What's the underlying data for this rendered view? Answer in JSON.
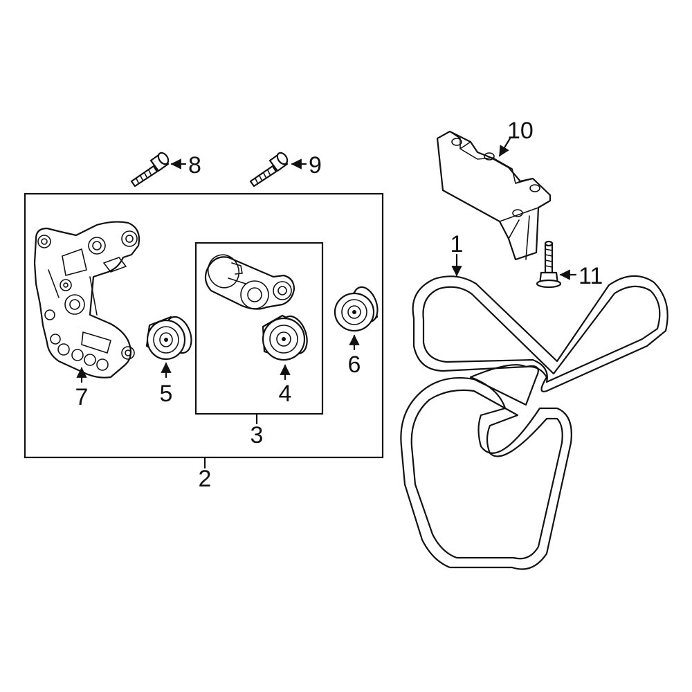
{
  "callouts": {
    "c1": "1",
    "c2": "2",
    "c3": "3",
    "c4": "4",
    "c5": "5",
    "c6": "6",
    "c7": "7",
    "c8": "8",
    "c9": "9",
    "c10": "10",
    "c11": "11"
  },
  "parts": [
    {
      "callout": "1",
      "icon": "serpentine-belt-icon"
    },
    {
      "callout": "2",
      "icon": "tensioner-assembly-box"
    },
    {
      "callout": "3",
      "icon": "tensioner-subassembly-box"
    },
    {
      "callout": "4",
      "icon": "idler-pulley-icon"
    },
    {
      "callout": "5",
      "icon": "idler-pulley-icon"
    },
    {
      "callout": "6",
      "icon": "idler-pulley-icon"
    },
    {
      "callout": "7",
      "icon": "tensioner-bracket-icon"
    },
    {
      "callout": "8",
      "icon": "bolt-icon"
    },
    {
      "callout": "9",
      "icon": "bolt-icon"
    },
    {
      "callout": "10",
      "icon": "mount-bracket-icon"
    },
    {
      "callout": "11",
      "icon": "flange-bolt-icon"
    }
  ],
  "colors": {
    "line": "#111111",
    "background": "#ffffff"
  }
}
